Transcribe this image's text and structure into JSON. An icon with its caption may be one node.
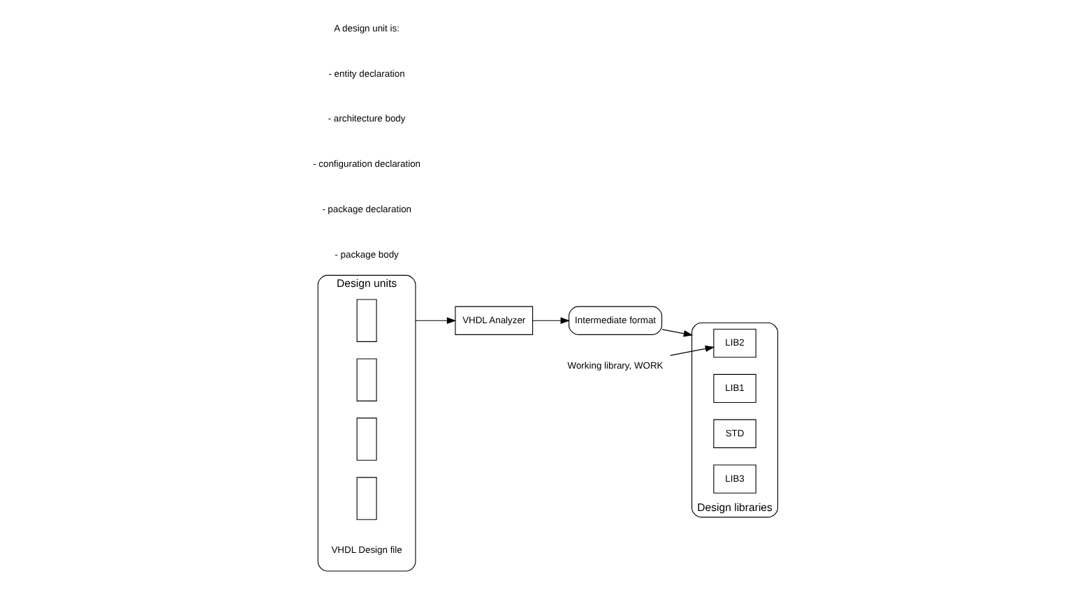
{
  "diagram": {
    "nodes": [
      {
        "text": [
          "Design units"
        ],
        "beside": [
          "VHDL Design file"
        ]
      },
      {
        "text": [],
        "shape": "box",
        "in": 0
      },
      {
        "text": [],
        "shape": "box",
        "in": 0
      },
      {
        "text": [],
        "shape": "box",
        "in": 0
      },
      {
        "text": [],
        "shape": "box",
        "in": 0
      },
      {
        "text": [
          "VHDL Analyzer"
        ]
      },
      {
        "text": [
          "Intermediate format"
        ]
      },
      {
        "text": [
          "Design libraries"
        ]
      },
      {
        "text": [
          "LIB2"
        ],
        "in": 7
      },
      {
        "text": [
          "LIB1"
        ],
        "in": 7
      },
      {
        "text": [
          "STD"
        ],
        "in": 7
      },
      {
        "text": [
          "LIB3"
        ],
        "in": 7
      },
      {
        "text": [
          "Working library, WORK"
        ]
      }
    ],
    "edges": [
      {
        "from": 0,
        "to": 5,
        "arrow": "to"
      },
      {
        "from": 5,
        "to": 6,
        "arrow": "to"
      },
      {
        "from": 6,
        "to": 7,
        "arrow": "to"
      },
      {
        "from": 12,
        "to": 8,
        "arrow": "to"
      }
    ],
    "labels": [
      "A design unit is:",
      "- entity declaration",
      "- architecture body",
      "- configuration declaration",
      "- package declaration",
      "- package body"
    ]
  }
}
